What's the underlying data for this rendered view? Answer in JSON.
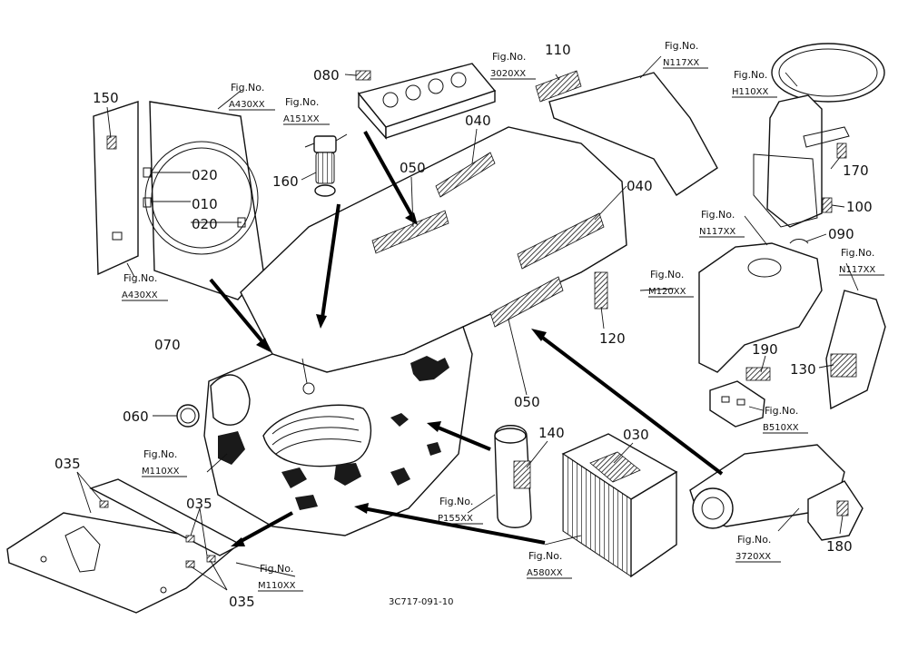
{
  "callouts": {
    "c150": "150",
    "c010": "010",
    "c020a": "020",
    "c020b": "020",
    "c160": "160",
    "c080": "080",
    "c110": "110",
    "c040a": "040",
    "c040b": "040",
    "c050a": "050",
    "c050b": "050",
    "c170": "170",
    "c100": "100",
    "c090": "090",
    "c120": "120",
    "c070": "070",
    "c060": "060",
    "c190": "190",
    "c130": "130",
    "c140": "140",
    "c030": "030",
    "c035a": "035",
    "c035b": "035",
    "c035c": "035",
    "c180": "180"
  },
  "figure_refs": {
    "a430_top": {
      "label": "Fig.No.",
      "code": "A430XX"
    },
    "a430_bottom": {
      "label": "Fig.No.",
      "code": "A430XX"
    },
    "a151": {
      "label": "Fig.No.",
      "code": "A151XX"
    },
    "f3020": {
      "label": "Fig.No.",
      "code": "3020XX"
    },
    "n117_top": {
      "label": "Fig.No.",
      "code": "N117XX"
    },
    "h110": {
      "label": "Fig.No.",
      "code": "H110XX"
    },
    "n117_mid": {
      "label": "Fig.No.",
      "code": "N117XX"
    },
    "n117_right": {
      "label": "Fig.No.",
      "code": "N117XX"
    },
    "m120": {
      "label": "Fig.No.",
      "code": "M120XX"
    },
    "b510": {
      "label": "Fig.No.",
      "code": "B510XX"
    },
    "m110_left": {
      "label": "Fig.No.",
      "code": "M110XX"
    },
    "p155": {
      "label": "Fig.No.",
      "code": "P155XX"
    },
    "a580": {
      "label": "Fig.No.",
      "code": "A580XX"
    },
    "m110_bottom": {
      "label": "Fig.No.",
      "code": "M110XX"
    },
    "f3720": {
      "label": "Fig.No.",
      "code": "3720XX"
    }
  },
  "drawing_code": "3C717-091-10"
}
